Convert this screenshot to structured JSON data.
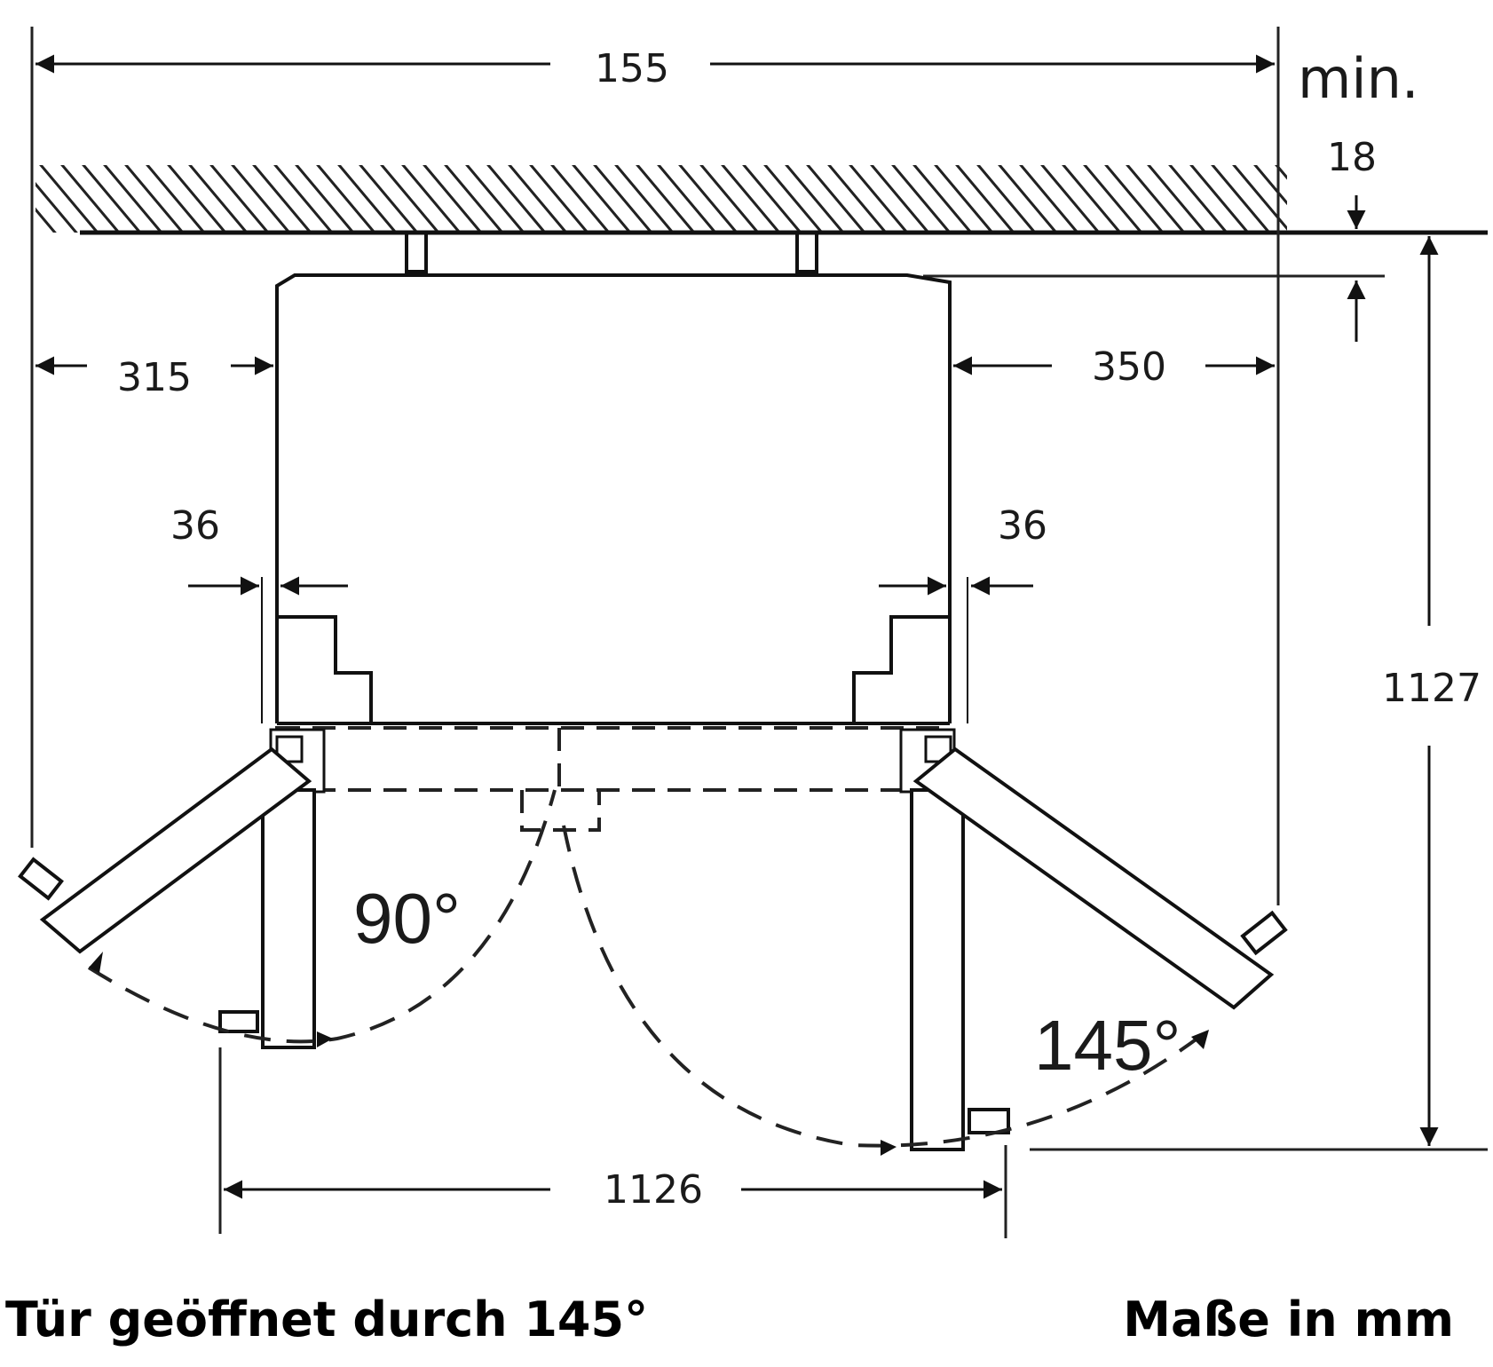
{
  "dimensions": {
    "total_width": "155",
    "wall_clearance_min_label": "min.",
    "wall_clearance_value": "18",
    "left_side_clearance": "315",
    "right_side_clearance": "350",
    "left_hinge_offset": "36",
    "right_hinge_offset": "36",
    "depth_with_door_open": "1127",
    "width_with_doors_open": "1126"
  },
  "angles": {
    "left_door": "90°",
    "right_door": "145°"
  },
  "captions": {
    "left": "Tür geöffnet durch 145°",
    "right": "Maße in mm"
  }
}
